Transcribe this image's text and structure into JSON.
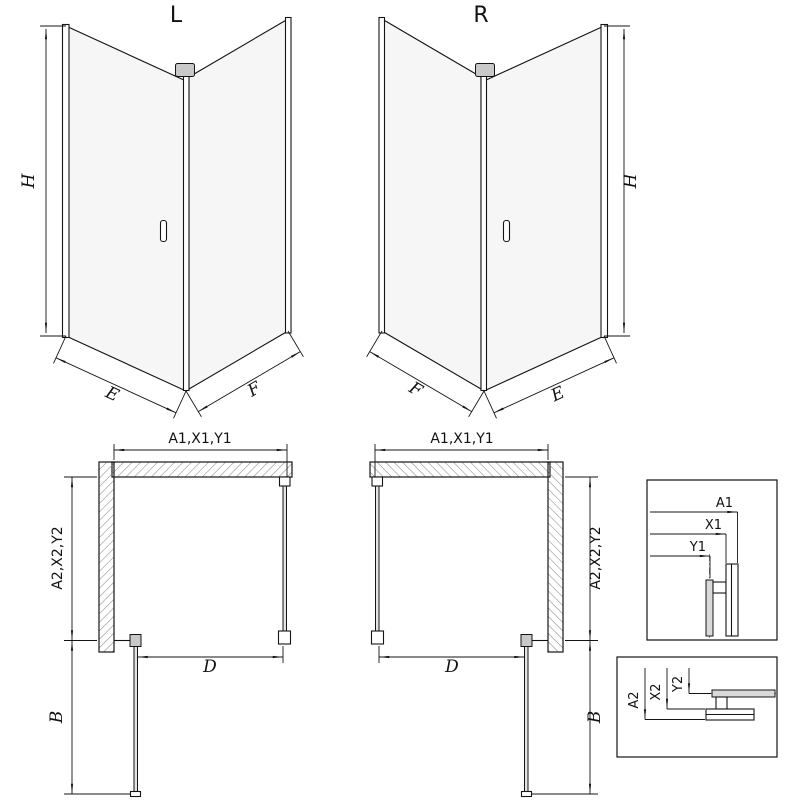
{
  "diagram": {
    "iso_left": {
      "label": "L",
      "h": "H",
      "e": "E",
      "f": "F"
    },
    "iso_right": {
      "label": "R",
      "h": "H",
      "e": "E",
      "f": "F"
    },
    "plan_left": {
      "top": "A1,X1,Y1",
      "side": "A2,X2,Y2",
      "d": "D",
      "b": "B"
    },
    "plan_right": {
      "top": "A1,X1,Y1",
      "side": "A2,X2,Y2",
      "d": "D",
      "b": "B"
    },
    "detail_a": {
      "a1": "A1",
      "x1": "X1",
      "y1": "Y1"
    },
    "detail_b": {
      "a2": "A2",
      "x2": "X2",
      "y2": "Y2"
    }
  },
  "colors": {
    "line": "#141414",
    "glass": "#f6f6f6",
    "hatch": "#8a8a8a"
  }
}
